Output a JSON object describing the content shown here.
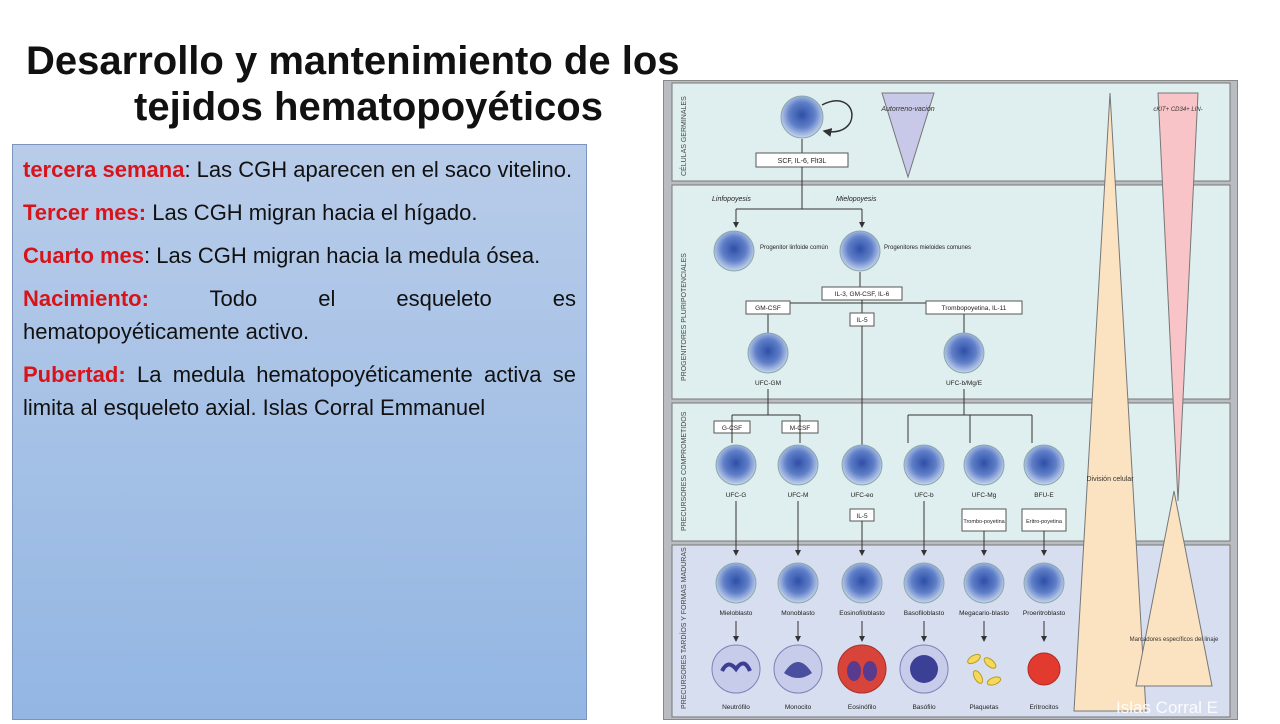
{
  "slide": {
    "title_line1": "Desarrollo y mantenimiento de los",
    "title_line2": "tejidos hematopoyéticos"
  },
  "stages": [
    {
      "label_lines": [
        "tercera semana",
        ": Las CGH aparecen en el saco vitelino."
      ]
    },
    {
      "label_lines": [
        "Tercer mes:",
        " Las CGH migran hacia el hígado."
      ]
    },
    {
      "label_lines": [
        "Cuarto mes",
        ": Las CGH migran hacia la medula ósea."
      ]
    },
    {
      "label_lines": [
        "Nacimiento:",
        " Todo el esqueleto es hematopoyéticamente activo."
      ]
    },
    {
      "label_lines": [
        "Pubertad:",
        " La medula hematopoyéticamente activa se limita al esqueleto axial. Islas Corral Emmanuel"
      ]
    }
  ],
  "diagram": {
    "sections": [
      "CÉLULAS GERMINALES",
      "PROGENITORES PLURIPOTENCIALES",
      "PRECURSORES COMPROMETIDOS",
      "PRECURSORES TARDÍOS Y FORMAS MADURAS"
    ],
    "self_renewal": "Autorreno-vación",
    "markers": "cKIT+ CD34+ LIN-",
    "factor_stem": "SCF, IL-6, Flt3L",
    "linfopoyesis": "Linfopoyesis",
    "mielopoyesis": "Mielopoyesis",
    "progenitor_linfoide": "Progenitor linfoide común",
    "progenitores_mieloides": "Progenitores mieloides comunes",
    "factor_mixed": "IL-3, GM-CSF, IL-6",
    "gm_csf": "GM-CSF",
    "il5_a": "IL-5",
    "trombopoyetina": "Trombopoyetina, IL-11",
    "ufc_gm": "UFC-GM",
    "ufc_bmge": "UFC-b/Mg/E",
    "g_csf": "G-CSF",
    "m_csf": "M-CSF",
    "committed": [
      "UFC-G",
      "UFC-M",
      "UFC-eo",
      "UFC-b",
      "UFC-Mg",
      "BFU-E"
    ],
    "il5_b": "IL-5",
    "trombo_poyetina": "Trombo-poyetina",
    "eritro_poyetina": "Eritro-poyetina",
    "division": "División celular",
    "marcadores": "Marcadores específicos del linaje",
    "precursors": [
      "Mieloblasto",
      "Monoblasto",
      "Eosinofiloblasto",
      "Basofiloblasto",
      "Megacario-blasto",
      "Proeritroblasto"
    ],
    "mature": [
      "Neutrófilo",
      "Monocito",
      "Eosinófilo",
      "Basófilo",
      "Plaquetas",
      "Eritrocitos"
    ],
    "watermark": "Islas Corral E"
  }
}
